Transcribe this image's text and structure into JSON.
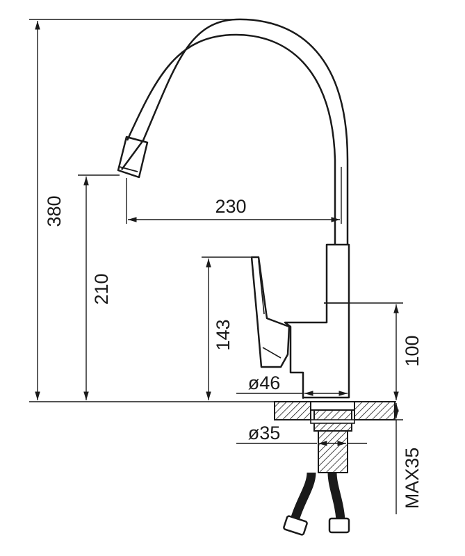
{
  "dimensions": {
    "total_height": "380",
    "spout_reach": "230",
    "spout_outlet_height": "210",
    "lever_height": "143",
    "body_height": "100",
    "body_diameter": "ø46",
    "shank_diameter": "ø35",
    "max_counter_thickness": "MAX35"
  },
  "colors": {
    "line": "#1a1a1a",
    "background": "#ffffff"
  }
}
